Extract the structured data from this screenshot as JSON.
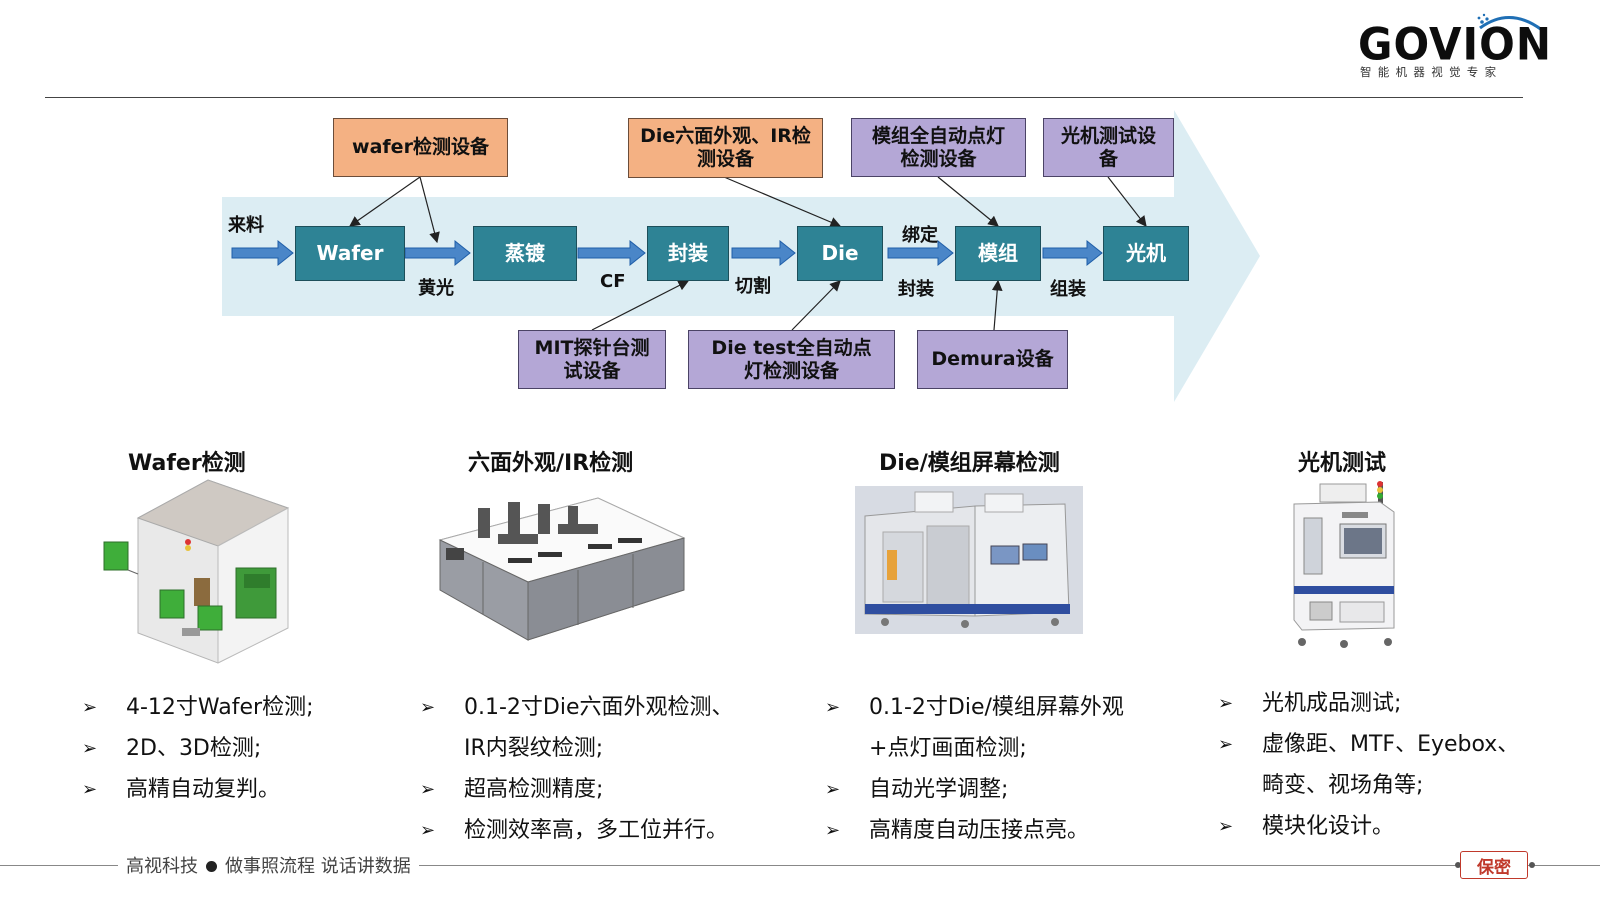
{
  "header": {
    "logo_text": "GOVION",
    "logo_tagline": "智能机器视觉专家"
  },
  "flow": {
    "input_label": "来料",
    "nodes": [
      "Wafer",
      "蒸镀",
      "封装",
      "Die",
      "模组",
      "光机"
    ],
    "process_labels": {
      "yellow_light": "黄光",
      "cf": "CF",
      "cutting": "切割",
      "bonding": "绑定",
      "packaging": "封装",
      "assembly": "组装"
    },
    "equipment_top": [
      "wafer检测设备",
      "Die六面外观、IR检测设备",
      "模组全自动点灯检测设备",
      "光机测试设备"
    ],
    "equipment_bottom": [
      "MIT探针台测试设备",
      "Die test全自动点灯检测设备",
      "Demura设备"
    ],
    "colors": {
      "node": "#2e8395",
      "top_equipment": "#f4b183",
      "bottom_equipment": "#b4a7d6",
      "flow_arrow": "#dcedf3"
    }
  },
  "sections": [
    {
      "title": "Wafer检测",
      "machine": "wafer-inspection-machine",
      "bullets": [
        "4-12寸Wafer检测;",
        "2D、3D检测;",
        "高精自动复判。"
      ]
    },
    {
      "title": "六面外观/IR检测",
      "machine": "six-side-inspection-machine",
      "bullets": [
        "0.1-2寸Die六面外观检测、IR内裂纹检测;",
        "超高检测精度;",
        "检测效率高，多工位并行。"
      ]
    },
    {
      "title": "Die/模组屏幕检测",
      "machine": "screen-inspection-machine",
      "bullets": [
        "0.1-2寸Die/模组屏幕外观+点灯画面检测;",
        "自动光学调整;",
        "高精度自动压接点亮。"
      ]
    },
    {
      "title": "光机测试",
      "machine": "optical-engine-tester",
      "bullets": [
        "光机成品测试;",
        "虚像距、MTF、Eyebox、畸变、视场角等;",
        "模块化设计。"
      ]
    }
  ],
  "footer": {
    "company": "高视科技",
    "slogan": "做事照流程 说话讲数据",
    "confidential": "保密"
  }
}
